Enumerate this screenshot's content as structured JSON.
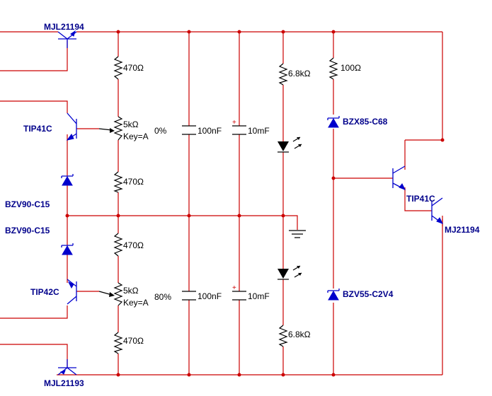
{
  "components": {
    "q_top_left": "MJL21194",
    "q_upper_driver": "TIP41C",
    "q_lower_driver": "TIP42C",
    "q_bottom_left": "MJL21193",
    "q_right_driver": "TIP41C",
    "q_right_power": "MJ21194",
    "zener_upper": "BZV90-C15",
    "zener_lower": "BZV90-C15",
    "zener_right_top": "BZX85-C68",
    "zener_right_bottom": "BZV55-C2V4",
    "r_top_470": "470Ω",
    "pot_top": "5kΩ",
    "pot_top_key": "Key=A",
    "pot_top_pct": "0%",
    "r_mid_470_a": "470Ω",
    "r_mid_470_b": "470Ω",
    "pot_bottom": "5kΩ",
    "pot_bottom_key": "Key=A",
    "pot_bottom_pct": "80%",
    "r_bottom_470": "470Ω",
    "cap_top_100n": "100nF",
    "cap_top_10m": "10mF",
    "cap_bottom_100n": "100nF",
    "cap_bottom_10m": "10mF",
    "cap_top_plus": "+",
    "cap_bottom_plus": "+",
    "r_led_top": "6.8kΩ",
    "r_led_bottom": "6.8kΩ",
    "r_right_100": "100Ω"
  },
  "colors": {
    "wire": "#cc0000",
    "device": "#0000cc",
    "component": "#000000",
    "label_bold": "#00008b"
  }
}
